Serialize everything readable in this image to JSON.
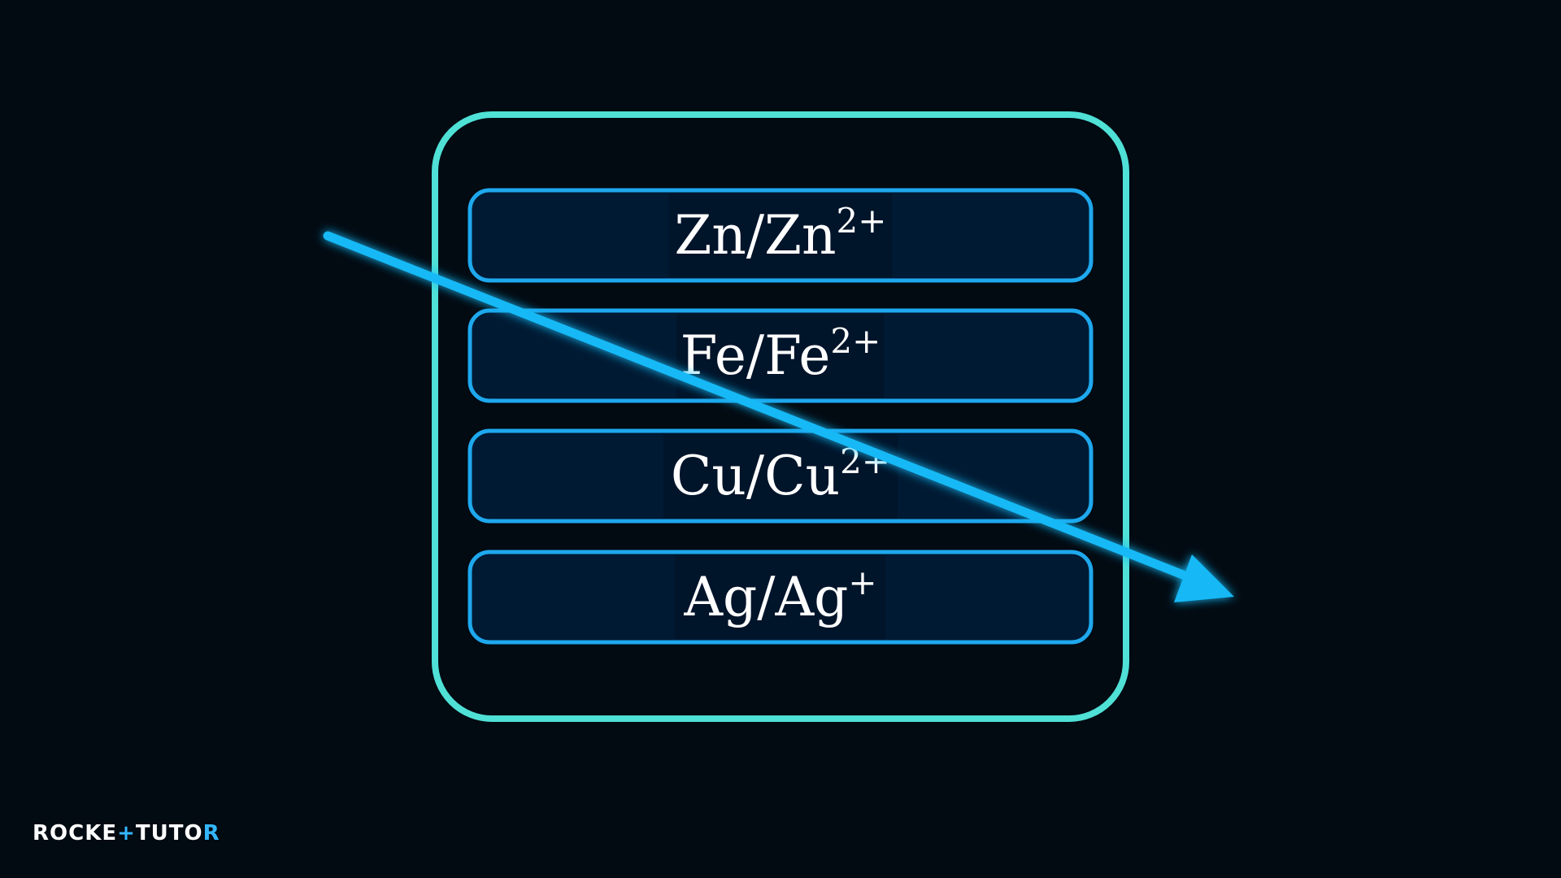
{
  "diagram": {
    "rows": [
      {
        "base": "Zn/Zn",
        "sup": "2+"
      },
      {
        "base": "Fe/Fe",
        "sup": "2+"
      },
      {
        "base": "Cu/Cu",
        "sup": "2+"
      },
      {
        "base": "Ag/Ag",
        "sup": "+"
      }
    ],
    "colors": {
      "background": "#020a12",
      "outer_border": "#4fe0d6",
      "row_border": "#1ea8ee",
      "row_fill": "#011a33",
      "label_bg": "#00142a",
      "arrow": "#12b9f5",
      "text": "#ffffff"
    }
  },
  "brand": {
    "part1": "ROCKE",
    "accent": "+",
    "part2": "TUTO",
    "part3": "R"
  }
}
